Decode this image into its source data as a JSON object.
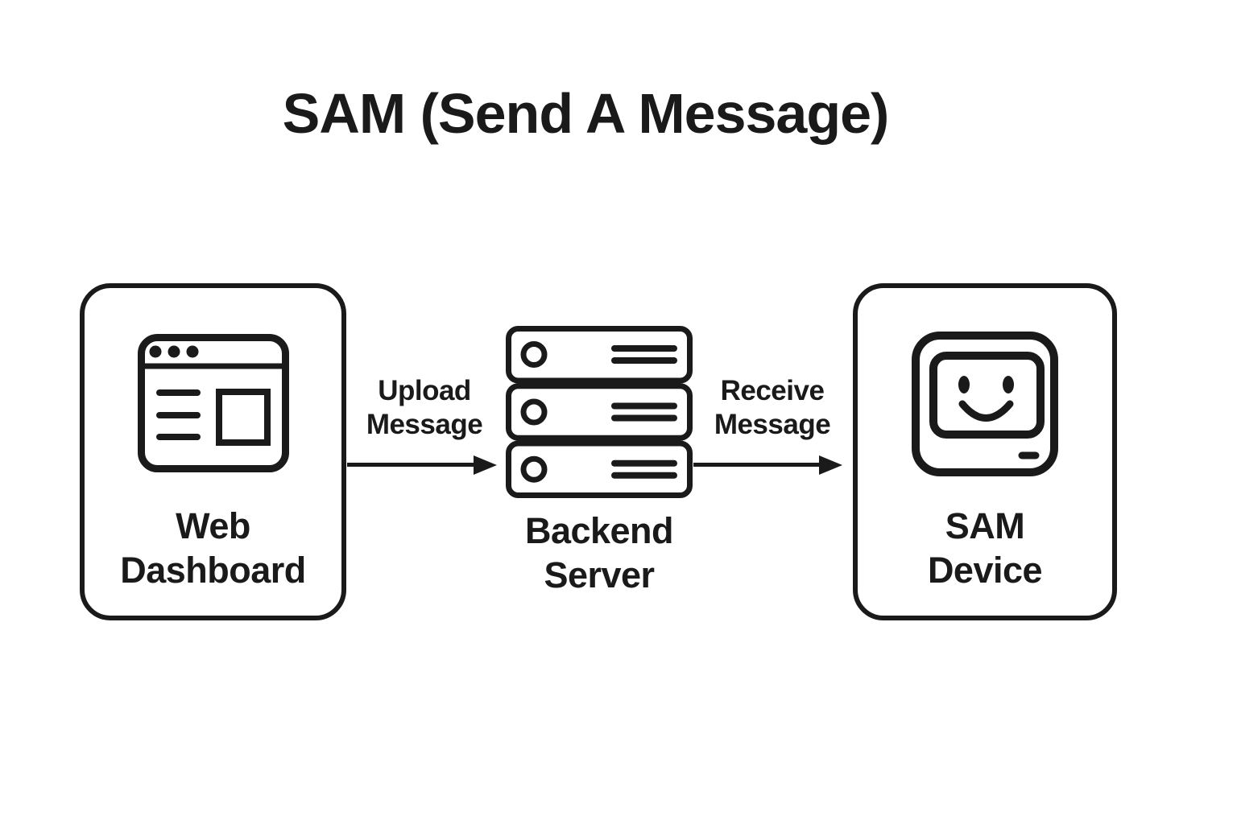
{
  "title": "SAM (Send A Message)",
  "colors": {
    "ink": "#1a1a1a",
    "background": "#ffffff"
  },
  "nodes": {
    "web_dashboard": {
      "icon": "browser-window-icon",
      "label_lines": [
        "Web",
        "Dashboard"
      ]
    },
    "backend_server": {
      "icon": "server-stack-icon",
      "label_lines": [
        "Backend",
        "Server"
      ]
    },
    "sam_device": {
      "icon": "retro-computer-face-icon",
      "label_lines": [
        "SAM",
        "Device"
      ]
    }
  },
  "edges": {
    "upload_message": {
      "from": "web_dashboard",
      "to": "backend_server",
      "direction": "right",
      "label_lines": [
        "Upload",
        "Message"
      ]
    },
    "receive_message": {
      "from": "backend_server",
      "to": "sam_device",
      "direction": "right",
      "label_lines": [
        "Receive",
        "Message"
      ]
    }
  }
}
